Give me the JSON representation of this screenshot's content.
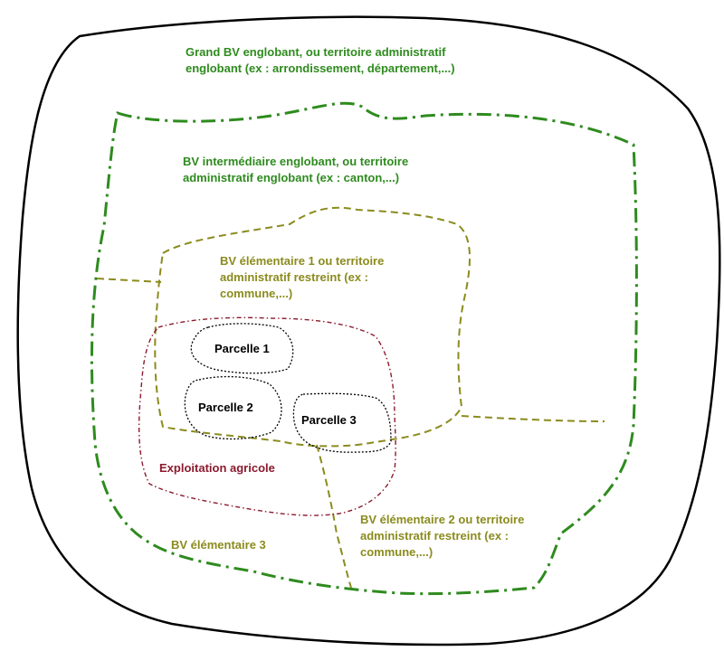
{
  "colors": {
    "outer_border": "#000000",
    "large_territory": "#2e8b1e",
    "intermediate_territory": "#2e8b1e",
    "elementary_territory": "#8b8b1e",
    "farm": "#8b1a2e",
    "parcel": "#000000"
  },
  "labels": {
    "grand_bv": {
      "line1": "Grand BV englobant, ou territoire administratif",
      "line2": "englobant (ex : arrondissement, département,...)"
    },
    "bv_intermediaire": {
      "line1": "BV intermédiaire englobant, ou territoire",
      "line2": "administratif  englobant (ex : canton,...)"
    },
    "bv_elementaire_1": {
      "line1": "BV élémentaire 1 ou territoire",
      "line2": "administratif restreint (ex :",
      "line3": "commune,...)"
    },
    "bv_elementaire_2": {
      "line1": "BV élémentaire 2 ou territoire",
      "line2": "administratif restreint (ex :",
      "line3": "commune,...)"
    },
    "bv_elementaire_3": "BV élémentaire 3",
    "exploitation": "Exploitation agricole",
    "parcelle_1": "Parcelle 1",
    "parcelle_2": "Parcelle 2",
    "parcelle_3": "Parcelle 3"
  }
}
